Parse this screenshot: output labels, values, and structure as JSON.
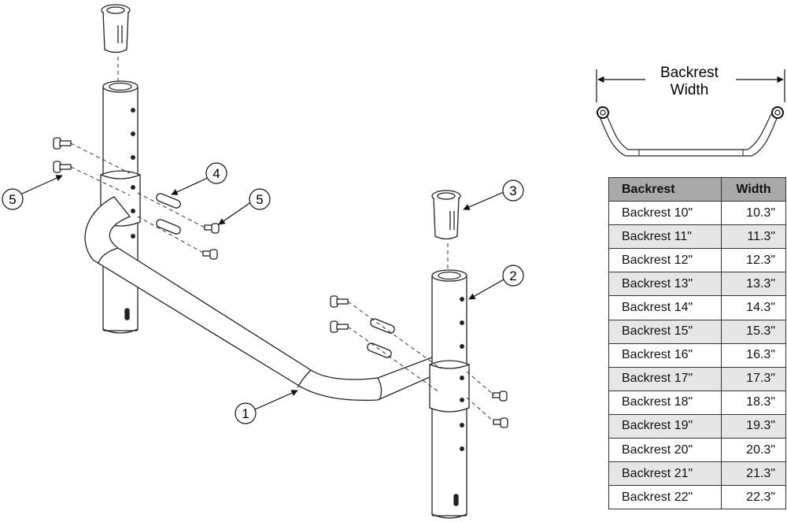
{
  "callouts": {
    "c1": "1",
    "c2": "2",
    "c3": "3",
    "c4": "4",
    "c5a": "5",
    "c5b": "5"
  },
  "inset": {
    "label_line1": "Backrest",
    "label_line2": "Width"
  },
  "table": {
    "headers": [
      "Backrest",
      "Width"
    ],
    "rows": [
      {
        "backrest": "Backrest 10\"",
        "width": "10.3\""
      },
      {
        "backrest": "Backrest 11\"",
        "width": "11.3\""
      },
      {
        "backrest": "Backrest 12\"",
        "width": "12.3\""
      },
      {
        "backrest": "Backrest 13\"",
        "width": "13.3\""
      },
      {
        "backrest": "Backrest 14\"",
        "width": "14.3\""
      },
      {
        "backrest": "Backrest 15\"",
        "width": "15.3\""
      },
      {
        "backrest": "Backrest 16\"",
        "width": "16.3\""
      },
      {
        "backrest": "Backrest 17\"",
        "width": "17.3\""
      },
      {
        "backrest": "Backrest 18\"",
        "width": "18.3\""
      },
      {
        "backrest": "Backrest 19\"",
        "width": "19.3\""
      },
      {
        "backrest": "Backrest 20\"",
        "width": "20.3\""
      },
      {
        "backrest": "Backrest 21\"",
        "width": "21.3\""
      },
      {
        "backrest": "Backrest 22\"",
        "width": "22.3\""
      }
    ]
  }
}
